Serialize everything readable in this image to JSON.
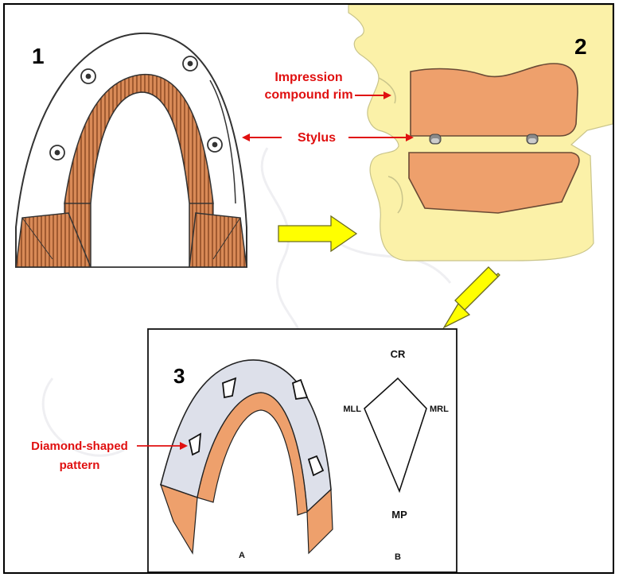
{
  "panels": {
    "p1": {
      "number": "1"
    },
    "p2": {
      "number": "2"
    },
    "p3": {
      "number": "3",
      "sub_a": "A",
      "sub_b": "B"
    }
  },
  "labels": {
    "impression": [
      "Impression",
      "compound rim"
    ],
    "stylus": "Stylus",
    "diamond": [
      "Diamond-shaped",
      "pattern"
    ]
  },
  "tracing": {
    "top": "CR",
    "left": "MLL",
    "right": "MRL",
    "bottom": "MP"
  },
  "colors": {
    "label_red": "#e01010",
    "rim_orange": "#eea06c",
    "face_yellow": "#fbf1a8",
    "arrow_yellow": "#ffff00",
    "plate_gray": "#dde0ea"
  }
}
